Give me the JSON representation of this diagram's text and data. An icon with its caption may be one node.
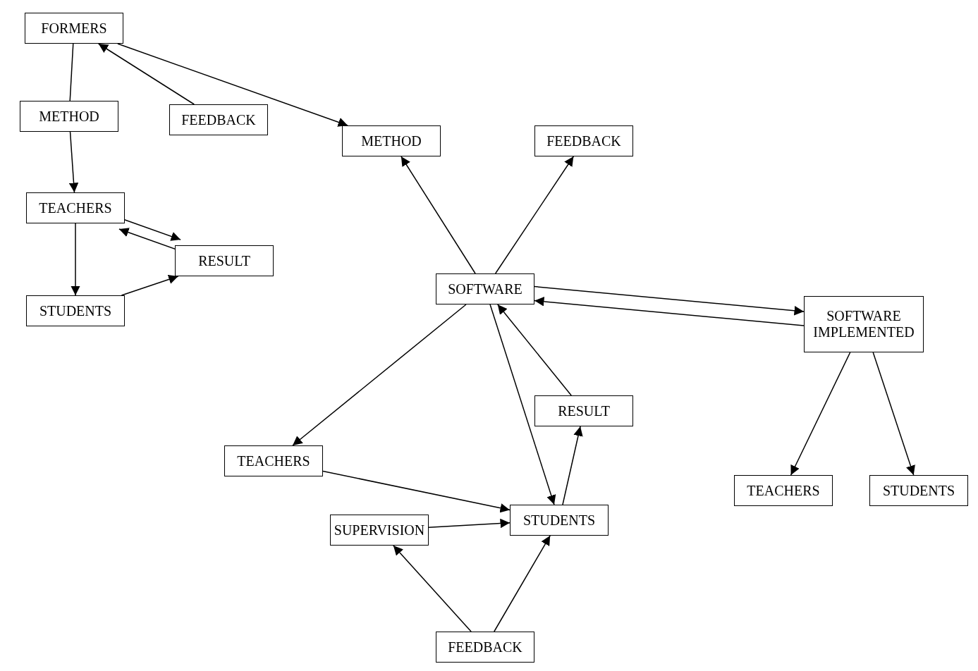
{
  "diagram": {
    "nodes": [
      {
        "text": [
          "FORMERS"
        ]
      },
      {
        "text": [
          "METHOD"
        ]
      },
      {
        "text": [
          "FEEDBACK"
        ]
      },
      {
        "text": [
          "TEACHERS"
        ]
      },
      {
        "text": [
          "RESULT"
        ]
      },
      {
        "text": [
          "STUDENTS"
        ]
      },
      {
        "text": [
          "METHOD"
        ]
      },
      {
        "text": [
          "FEEDBACK"
        ]
      },
      {
        "text": [
          "SOFTWARE"
        ]
      },
      {
        "text": [
          "RESULT"
        ]
      },
      {
        "text": [
          "TEACHERS"
        ]
      },
      {
        "text": [
          "SUPERVISION"
        ]
      },
      {
        "text": [
          "STUDENTS"
        ]
      },
      {
        "text": [
          "FEEDBACK"
        ]
      },
      {
        "text": [
          "SOFTWARE IMPLEMENTED"
        ]
      },
      {
        "text": [
          "TEACHERS"
        ]
      },
      {
        "text": [
          "STUDENTS"
        ]
      }
    ],
    "edges": [
      {
        "from": 0,
        "to": 1,
        "arrow": "none"
      },
      {
        "from": 1,
        "to": 3,
        "arrow": "to"
      },
      {
        "from": 3,
        "to": 5,
        "arrow": "to"
      },
      {
        "from": 3,
        "to": 4,
        "arrow": "to"
      },
      {
        "from": 4,
        "to": 3,
        "arrow": "to"
      },
      {
        "from": 5,
        "to": 4,
        "arrow": "to"
      },
      {
        "from": 2,
        "to": 0,
        "arrow": "to"
      },
      {
        "from": 0,
        "to": 6,
        "arrow": "to"
      },
      {
        "from": 8,
        "to": 6,
        "arrow": "to"
      },
      {
        "from": 8,
        "to": 7,
        "arrow": "to"
      },
      {
        "from": 8,
        "to": 14,
        "arrow": "to"
      },
      {
        "from": 14,
        "to": 8,
        "arrow": "to"
      },
      {
        "from": 9,
        "to": 8,
        "arrow": "to"
      },
      {
        "from": 8,
        "to": 10,
        "arrow": "to"
      },
      {
        "from": 8,
        "to": 12,
        "arrow": "to"
      },
      {
        "from": 10,
        "to": 12,
        "arrow": "to"
      },
      {
        "from": 11,
        "to": 12,
        "arrow": "to"
      },
      {
        "from": 12,
        "to": 9,
        "arrow": "to"
      },
      {
        "from": 13,
        "to": 11,
        "arrow": "to"
      },
      {
        "from": 13,
        "to": 12,
        "arrow": "to"
      },
      {
        "from": 14,
        "to": 15,
        "arrow": "to"
      },
      {
        "from": 14,
        "to": 16,
        "arrow": "to"
      }
    ]
  }
}
